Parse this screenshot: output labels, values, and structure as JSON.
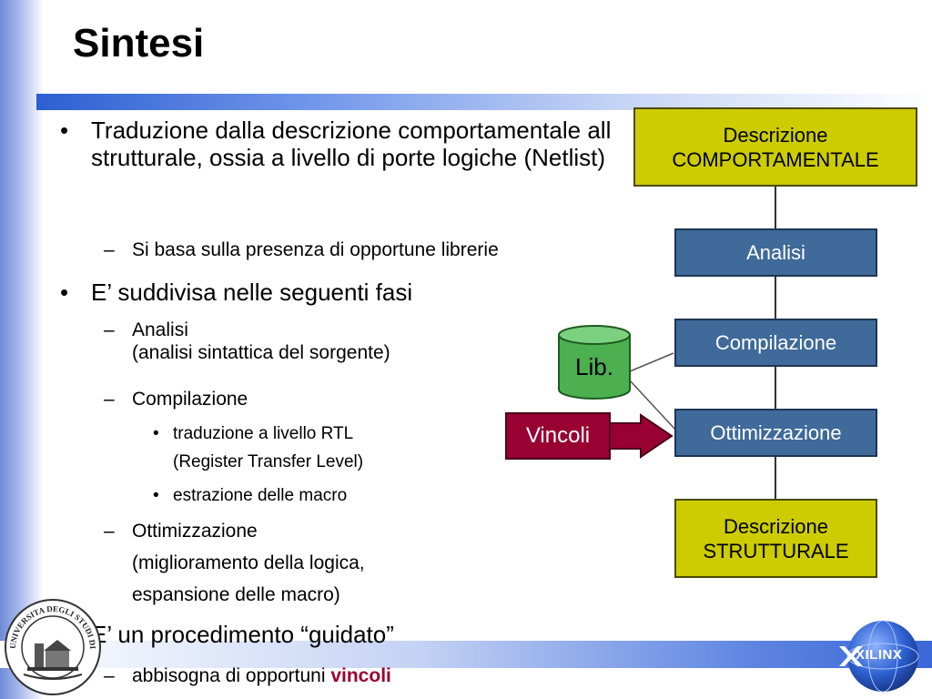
{
  "slide": {
    "title": "Sintesi",
    "bullets": [
      {
        "text": "Traduzione dalla descrizione comportamentale all strutturale, ossia a livello di porte logiche (Netlist)"
      },
      {
        "text": "Si basa sulla presenza di opportune  librerie"
      },
      {
        "text": "E’ suddivisa nelle seguenti fasi"
      },
      {
        "text": "Analisi",
        "detail": "(analisi sintattica del sorgente)"
      },
      {
        "text": "Compilazione"
      },
      {
        "text": "traduzione a livello RTL",
        "detail": "(Register Transfer Level)"
      },
      {
        "text": "estrazione delle macro"
      },
      {
        "text": "Ottimizzazione",
        "detail": "(miglioramento della logica,",
        "detail2": "espansione delle  macro)"
      },
      {
        "text": "E’ un procedimento “guidato”"
      },
      {
        "text": "abbisogna di opportuni ",
        "emphasis": "vincoli"
      }
    ],
    "bullet_marks": {
      "level1": "•",
      "level2": "–",
      "level3": "•"
    }
  },
  "diagram": {
    "top_box": {
      "line1": "Descrizione",
      "line2": "COMPORTAMENTALE"
    },
    "stages": [
      "Analisi",
      "Compilazione",
      "Ottimizzazione"
    ],
    "bottom_box": {
      "line1": "Descrizione",
      "line2": "STRUTTURALE"
    },
    "library": "Lib.",
    "constraints": "Vincoli"
  },
  "colors": {
    "yellow_box": "#cccc00",
    "blue_box": "#3f6a9a",
    "red_box": "#990033",
    "library_green": "#4caf50",
    "emphasis": "#9b0030"
  },
  "icons": {
    "university_logo": "university-seal-icon",
    "xilinx_logo": "xilinx-globe-logo"
  },
  "logos": {
    "university_text": "UNIVERSITA DEGLI STUDI DI",
    "xilinx_text": "XILINX"
  }
}
